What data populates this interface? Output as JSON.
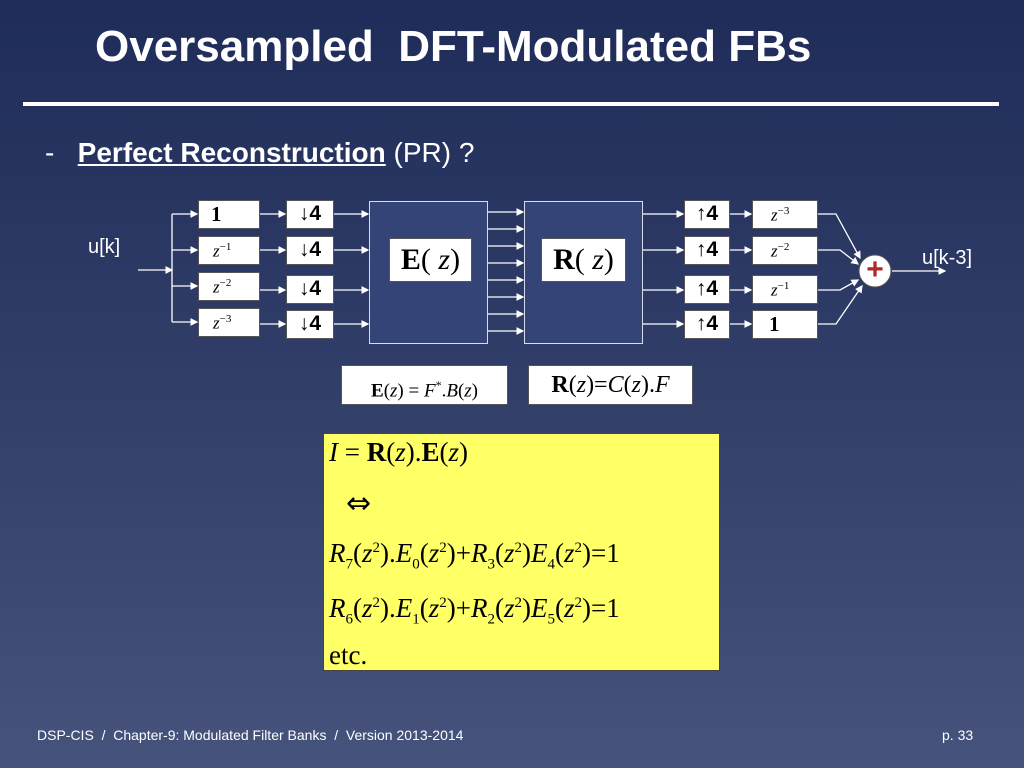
{
  "slide": {
    "title": "Oversampled  DFT-Modulated FBs",
    "bullet_dash": "-",
    "bullet_underlined": "Perfect Reconstruction",
    "bullet_rest": " (PR) ?"
  },
  "diagram": {
    "input_label": "u[k]",
    "output_label": "u[k-3]",
    "sum_symbol": "+",
    "E_block": "E(z)",
    "R_block": "R(z)",
    "analysis_delays": [
      "1",
      "z^-1",
      "z^-2",
      "z^-3"
    ],
    "down_label": "4",
    "up_label": "4",
    "synthesis_delays": [
      "z^-3",
      "z^-2",
      "z^-1",
      "1"
    ]
  },
  "equations": {
    "E_def": "E(z) = F*.B(z)",
    "R_def": "R(z) = C(z).F",
    "line1": "I = R(z).E(z)",
    "equiv": "⇔",
    "line3": "R7(z²).E0(z²) + R3(z²)E4(z²) = 1",
    "line4": "R6(z²).E1(z²) + R2(z²)E5(z²) = 1",
    "line5": "etc."
  },
  "footer": {
    "left": "DSP-CIS  /  Chapter-9: Modulated Filter Banks  /  Version 2013-2014",
    "page": "p. 33"
  }
}
